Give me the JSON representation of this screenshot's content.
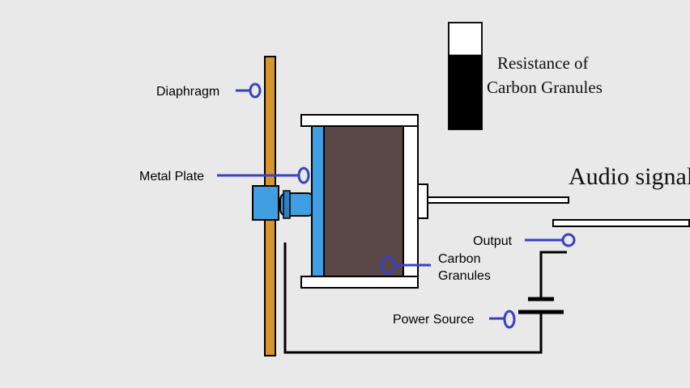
{
  "labels": {
    "diaphragm": "Diaphragm",
    "metal_plate": "Metal Plate",
    "carbon_line1": "Carbon",
    "carbon_line2": "Granules",
    "output": "Output",
    "power_source": "Power Source",
    "audio_signal": "Audio signal",
    "resistance_line1": "Resistance of",
    "resistance_line2": "Carbon Granules"
  },
  "resistance_meter": {
    "level": 0.7
  },
  "colors": {
    "background": "#e9e9e9",
    "diaphragm": "#d7962c",
    "metal_plate": "#3f9fe0",
    "carbon": "#5a4747",
    "callout": "#3940c4",
    "wire": "#000000",
    "casing": "#ffffff"
  }
}
